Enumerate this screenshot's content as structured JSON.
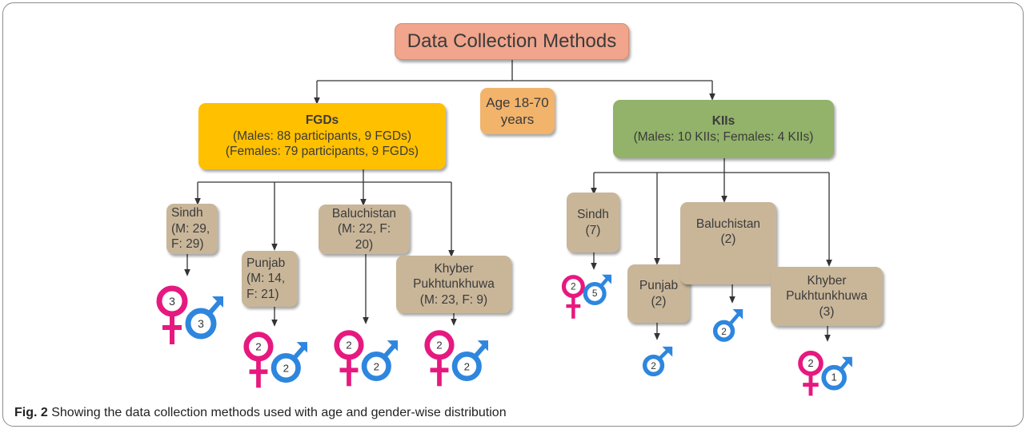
{
  "title": "Data Collection Methods",
  "age": "Age 18-70 years",
  "fgds": {
    "heading": "FGDs",
    "line1": "(Males: 88 participants, 9 FGDs)",
    "line2": "(Females: 79 participants, 9 FGDs)",
    "regions": [
      {
        "name": "Sindh",
        "detail1": "(M: 29,",
        "detail2": "F: 29)",
        "female_count": "3",
        "male_count": "3"
      },
      {
        "name": "Punjab",
        "detail1": "(M: 14,",
        "detail2": "F: 21)",
        "female_count": "2",
        "male_count": "2"
      },
      {
        "name": "Baluchistan",
        "detail1": "(M: 22, F:",
        "detail2": "20)",
        "female_count": "2",
        "male_count": "2"
      },
      {
        "name": "Khyber",
        "name2": "Pukhtunkhuwa",
        "detail1": "(M: 23, F: 9)",
        "female_count": "2",
        "male_count": "2"
      }
    ]
  },
  "klls": {
    "heading": "KIIs",
    "line1": "(Males: 10 KIIs; Females: 4 KIIs)",
    "regions": [
      {
        "name": "Sindh",
        "detail1": "(7)",
        "female_count": "2",
        "male_count": "5"
      },
      {
        "name": "Punjab",
        "detail1": "(2)",
        "male_count": "2"
      },
      {
        "name": "Baluchistan",
        "detail1": "(2)",
        "male_count": "2"
      },
      {
        "name": "Khyber",
        "name2": "Pukhtunkhuwa",
        "detail1": "(3)",
        "female_count": "2",
        "male_count": "1"
      }
    ]
  },
  "caption": {
    "label": "Fig. 2",
    "text": "Showing the data collection methods used with age and gender-wise distribution"
  },
  "colors": {
    "female": "#e6197f",
    "male": "#2e86de",
    "line": "#333333"
  }
}
